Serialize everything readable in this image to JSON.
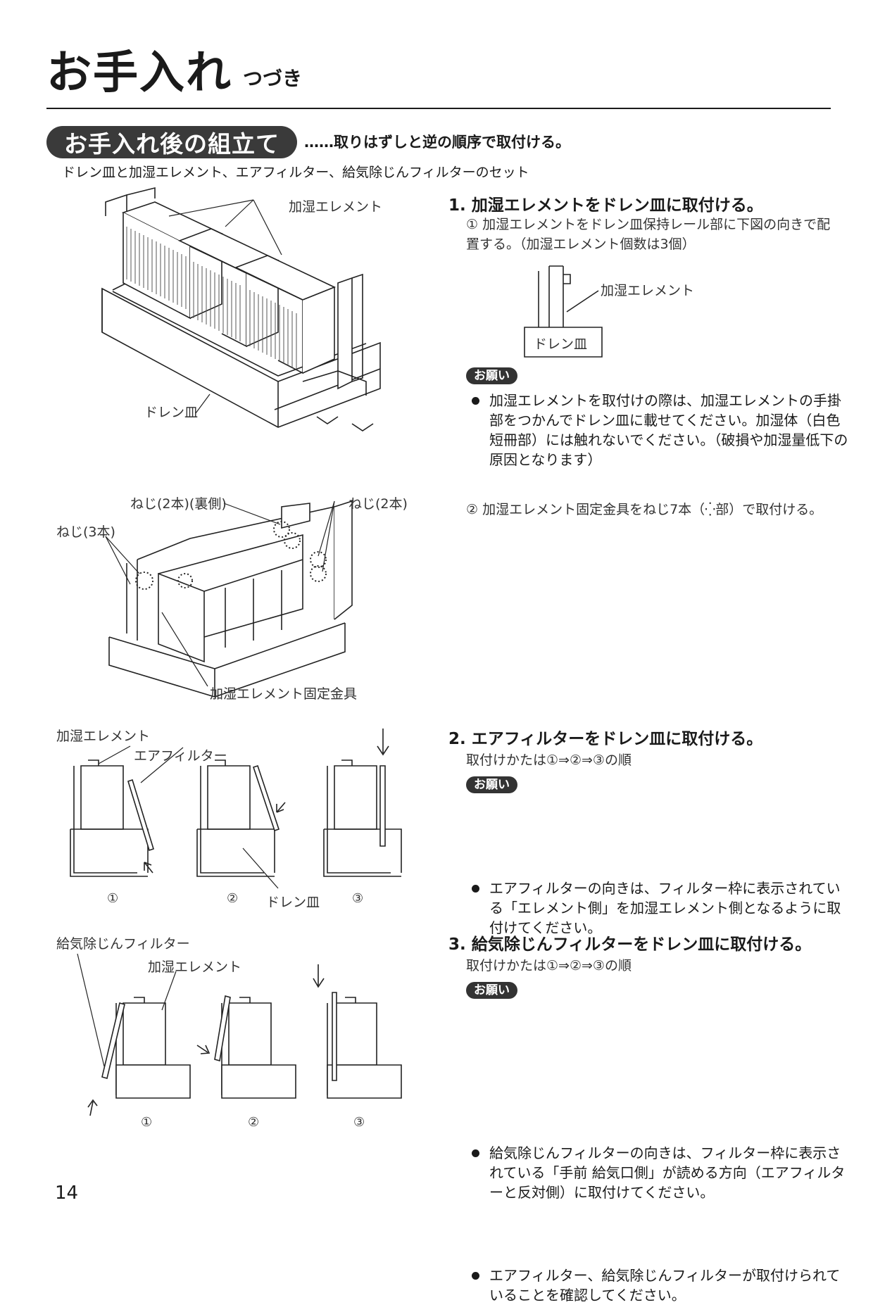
{
  "header": {
    "title": "お手入れ",
    "subtitle": "つづき"
  },
  "section": {
    "label": "お手入れ後の組立て",
    "note": "……取りはずしと逆の順序で取付ける。"
  },
  "set_line": "ドレン皿と加湿エレメント、エアフィルター、給気除じんフィルターのセット",
  "figure1": {
    "element_label": "加湿エレメント",
    "drain_label": "ドレン皿"
  },
  "figure2": {
    "screw_back": "ねじ(2本)(裏側)",
    "screw_right": "ねじ(2本)",
    "screw_left": "ねじ(3本)",
    "bracket_label": "加湿エレメント固定金具"
  },
  "figure3": {
    "element_label": "加湿エレメント",
    "filter_label": "エアフィルター",
    "drain_label": "ドレン皿",
    "steps": [
      "①",
      "②",
      "③"
    ]
  },
  "figure4": {
    "filter_label": "給気除じんフィルター",
    "element_label": "加湿エレメント",
    "steps": [
      "①",
      "②",
      "③"
    ]
  },
  "step1": {
    "title": "1. 加湿エレメントをドレン皿に取付ける。",
    "sub1": "① 加湿エレメントをドレン皿保持レール部に下図の向きで配置する。（加湿エレメント個数は3個）",
    "diagram": {
      "element_label": "加湿エレメント",
      "drain_label": "ドレン皿"
    },
    "badge": "お願い",
    "bullet": "加湿エレメントを取付けの際は、加湿エレメントの手掛部をつかんでドレン皿に載せてください。加湿体（白色短冊部）には触れないでください。（破損や加湿量低下の原因となります）",
    "sub2": "② 加湿エレメント固定金具をねじ7本（⁛部）で取付ける。"
  },
  "step2": {
    "title": "2. エアフィルターをドレン皿に取付ける。",
    "order": "取付けかたは①⇒②⇒③の順",
    "badge": "お願い",
    "bullet": "エアフィルターの向きは、フィルター枠に表示されている「エレメント側」を加湿エレメント側となるように取付けてください。"
  },
  "step3": {
    "title": "3. 給気除じんフィルターをドレン皿に取付ける。",
    "order": "取付けかたは①⇒②⇒③の順",
    "badge": "お願い",
    "bullets": [
      "給気除じんフィルターの向きは、フィルター枠に表示されている「手前 給気口側」が読める方向（エアフィルターと反対側）に取付けてください。",
      "エアフィルター、給気除じんフィルターが取付けられていることを確認してください。"
    ]
  },
  "page_number": "14"
}
